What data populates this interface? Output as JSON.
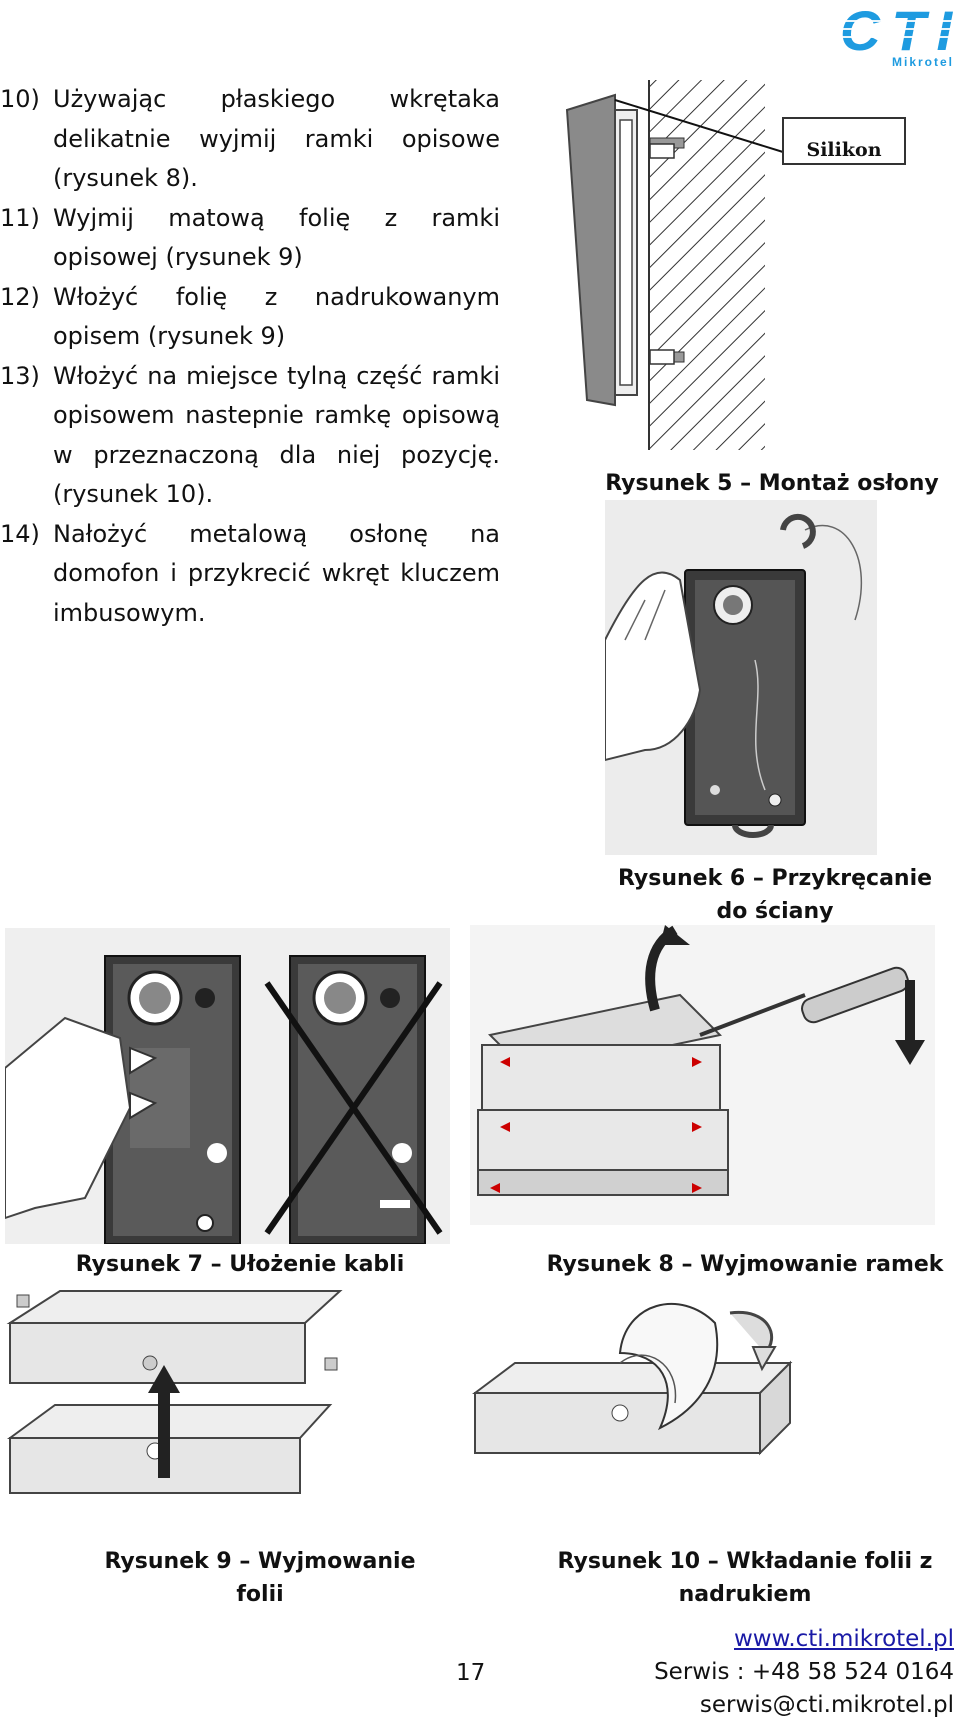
{
  "logo": {
    "main": "CTI",
    "sub": "Mikrotel",
    "color": "#1e9be0"
  },
  "steps": [
    {
      "num": "10)",
      "text": "Używając płaskiego wkrętaka delikatnie wyjmij ramki opisowe (rysunek 8)."
    },
    {
      "num": "11)",
      "text": "Wyjmij matową folię z ramki opisowej (rysunek 9)"
    },
    {
      "num": "12)",
      "text": "Włożyć folię z nadrukowanym opisem (rysunek 9)"
    },
    {
      "num": "13)",
      "text": "Włożyć na miejsce tylną część ramki opisowem nastepnie ramkę opisową w przeznaczoną dla niej pozycję. (rysunek 10)."
    },
    {
      "num": "14)",
      "text": "Nałożyć metalową osłonę na domofon i przykrecić wkręt kluczem imbusowym."
    }
  ],
  "figures": {
    "fig5": {
      "caption": "Rysunek 5 – Montaż osłony",
      "label": "Silikon"
    },
    "fig6": {
      "caption": "Rysunek 6 – Przykręcanie do ściany"
    },
    "fig7": {
      "caption": "Rysunek 7 – Ułożenie kabli"
    },
    "fig8": {
      "caption": "Rysunek 8 – Wyjmowanie ramek"
    },
    "fig9": {
      "caption": "Rysunek 9 – Wyjmowanie folii"
    },
    "fig10": {
      "caption": "Rysunek 10 – Wkładanie folii z nadrukiem"
    }
  },
  "footer": {
    "page": "17",
    "website": "www.cti.mikrotel.pl",
    "phone": "Serwis : +48 58 524 0164",
    "email": "serwis@cti.mikrotel.pl"
  }
}
